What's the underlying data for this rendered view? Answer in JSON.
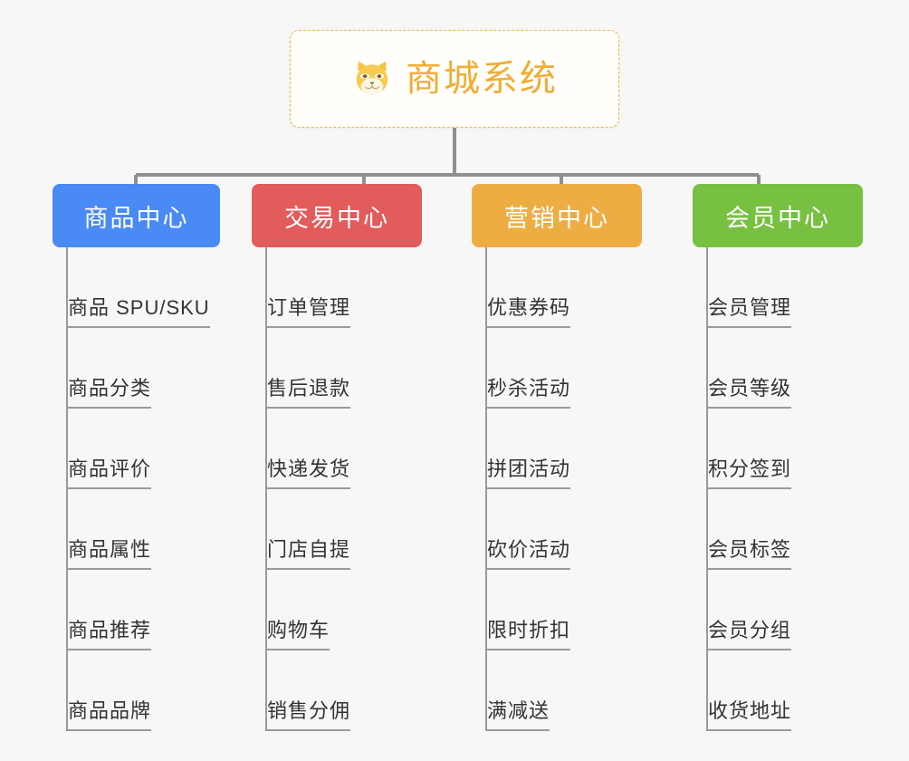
{
  "page": {
    "background_color": "#f7f7f7",
    "type": "mindmap"
  },
  "root": {
    "title": "商城系统",
    "icon": "shiba-dog-face-icon",
    "border_color": "#f2b544",
    "text_color": "#f0ad33"
  },
  "categories": [
    {
      "label": "商品中心",
      "color": "#4a8af4",
      "items": [
        "商品 SPU/SKU",
        "商品分类",
        "商品评价",
        "商品属性",
        "商品推荐",
        "商品品牌"
      ]
    },
    {
      "label": "交易中心",
      "color": "#e25c5c",
      "items": [
        "订单管理",
        "售后退款",
        "快递发货",
        "门店自提",
        "购物车",
        "销售分佣"
      ]
    },
    {
      "label": "营销中心",
      "color": "#eead43",
      "items": [
        "优惠券码",
        "秒杀活动",
        "拼团活动",
        "砍价活动",
        "限时折扣",
        "满减送"
      ]
    },
    {
      "label": "会员中心",
      "color": "#78c042",
      "items": [
        "会员管理",
        "会员等级",
        "积分签到",
        "会员标签",
        "会员分组",
        "收货地址"
      ]
    }
  ],
  "connector": {
    "color": "#909090"
  }
}
